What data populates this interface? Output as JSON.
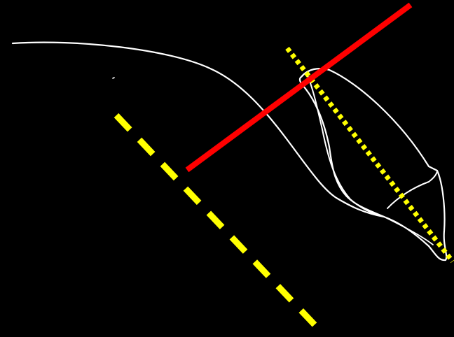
{
  "figure": {
    "background_color": "#000000",
    "outline_color": "#ffffff",
    "text_labels": []
  },
  "lines": {
    "dashed_axis": {
      "color": "#ffff00",
      "style": "dashed"
    },
    "dotted_axis": {
      "color": "#ffff00",
      "style": "dotted"
    },
    "solid_axis": {
      "color": "#ff0000",
      "style": "solid"
    }
  }
}
